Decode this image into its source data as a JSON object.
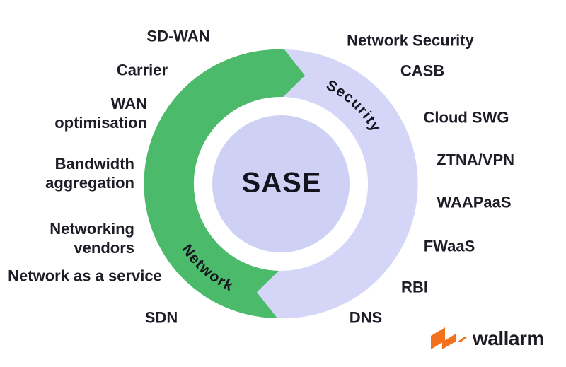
{
  "diagram": {
    "center_label": "SASE",
    "arcs": {
      "network": {
        "label": "Network",
        "color": "#4cba6b"
      },
      "security": {
        "label": "Security",
        "color": "#d5d6f7"
      }
    },
    "center_circle_color": "#cfd1f4",
    "arc_text_color": "#15151f"
  },
  "labels": {
    "network": [
      "SD-WAN",
      "Carrier",
      "WAN\noptimisation",
      "Bandwidth\naggregation",
      "Networking\nvendors",
      "Network as a service",
      "SDN"
    ],
    "security": [
      "Network Security",
      "CASB",
      "Cloud SWG",
      "ZTNA/VPN",
      "WAAPaaS",
      "FWaaS",
      "RBI",
      "DNS"
    ]
  },
  "logo": {
    "text": "wallarm",
    "mark_color": "#f2711c",
    "text_color": "#1b1b24"
  }
}
